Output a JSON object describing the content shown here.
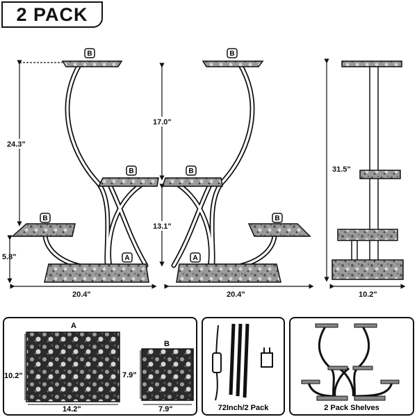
{
  "badge": {
    "text": "2 PACK"
  },
  "front_view": {
    "shelf_labels": {
      "b": "B",
      "a": "A"
    },
    "dims": {
      "upper_height": "24.3\"",
      "top_gap": "17.0\"",
      "mid_gap": "13.1\"",
      "lower_height": "5.8\"",
      "left_width": "20.4\"",
      "right_width": "20.4\""
    }
  },
  "side_view": {
    "height": "31.5\"",
    "depth": "10.2\""
  },
  "shelf_a": {
    "label": "A",
    "height": "10.2\"",
    "width": "14.2\""
  },
  "shelf_b": {
    "label": "B",
    "height": "7.9\"",
    "width": "7.9\""
  },
  "light_strip": {
    "caption": "72Inch/2 Pack"
  },
  "pack_shelves": {
    "caption": "2 Pack Shelves"
  },
  "colors": {
    "line": "#111111",
    "shelf": "#8a8a8a",
    "frame": "#ffffff"
  }
}
